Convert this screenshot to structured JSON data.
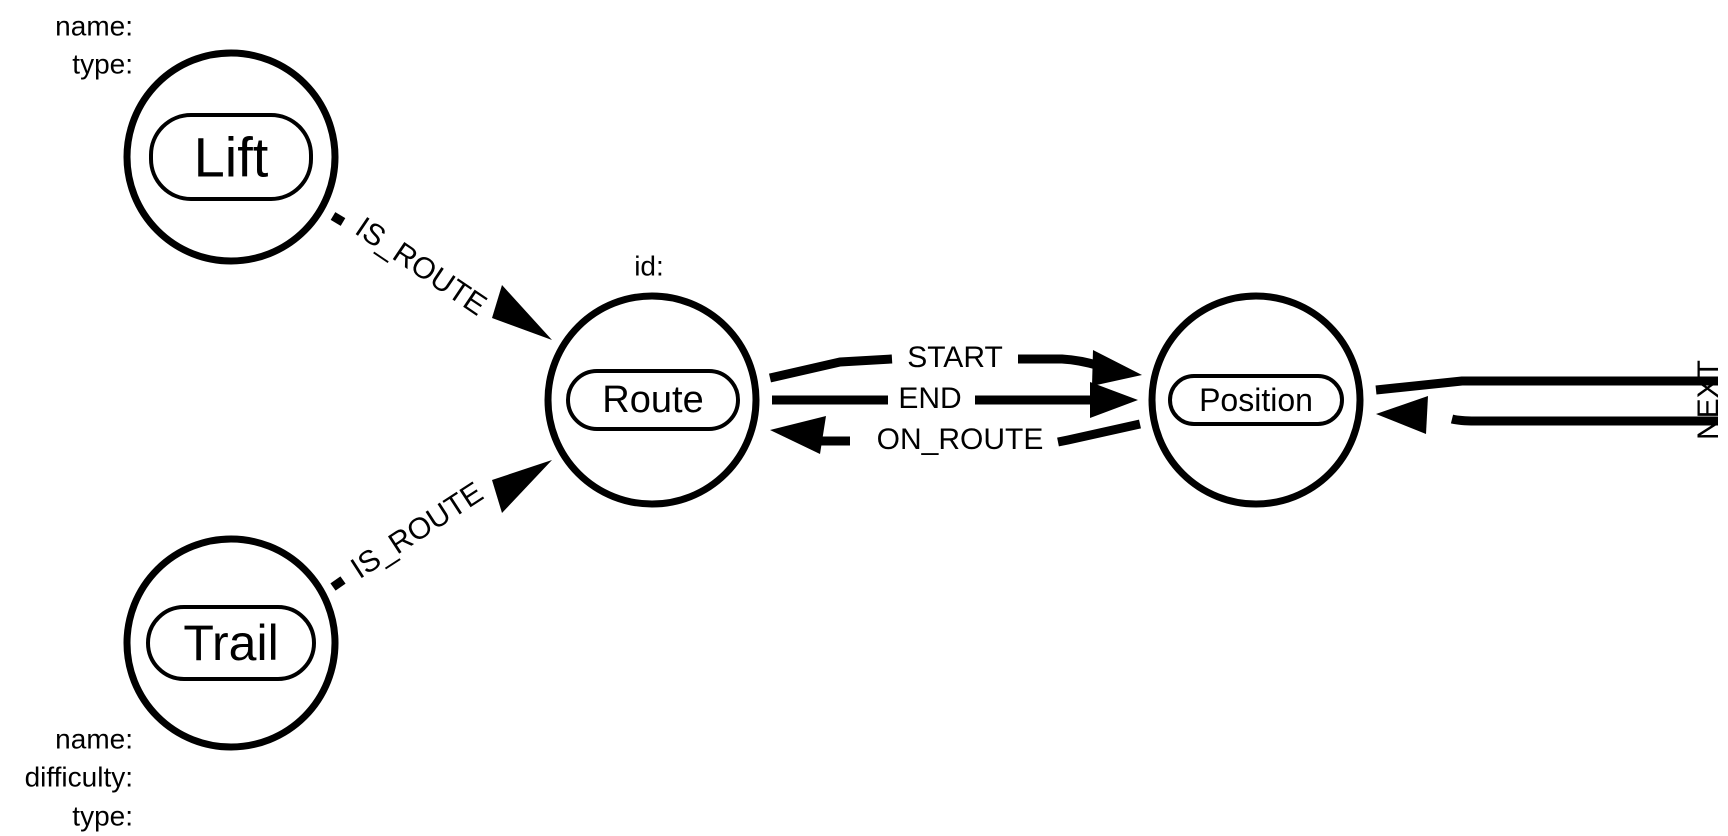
{
  "nodes": {
    "lift": {
      "label": "Lift",
      "properties": [
        "name:",
        "type:"
      ]
    },
    "trail": {
      "label": "Trail",
      "properties": [
        "name:",
        "difficulty:",
        "type:"
      ]
    },
    "route": {
      "label": "Route",
      "properties": [
        "id:"
      ]
    },
    "position": {
      "label": "Position",
      "properties": []
    }
  },
  "relationships": {
    "lift_is_route": "IS_ROUTE",
    "trail_is_route": "IS_ROUTE",
    "start": "START",
    "end": "END",
    "on_route": "ON_ROUTE",
    "next": "NEXT"
  }
}
